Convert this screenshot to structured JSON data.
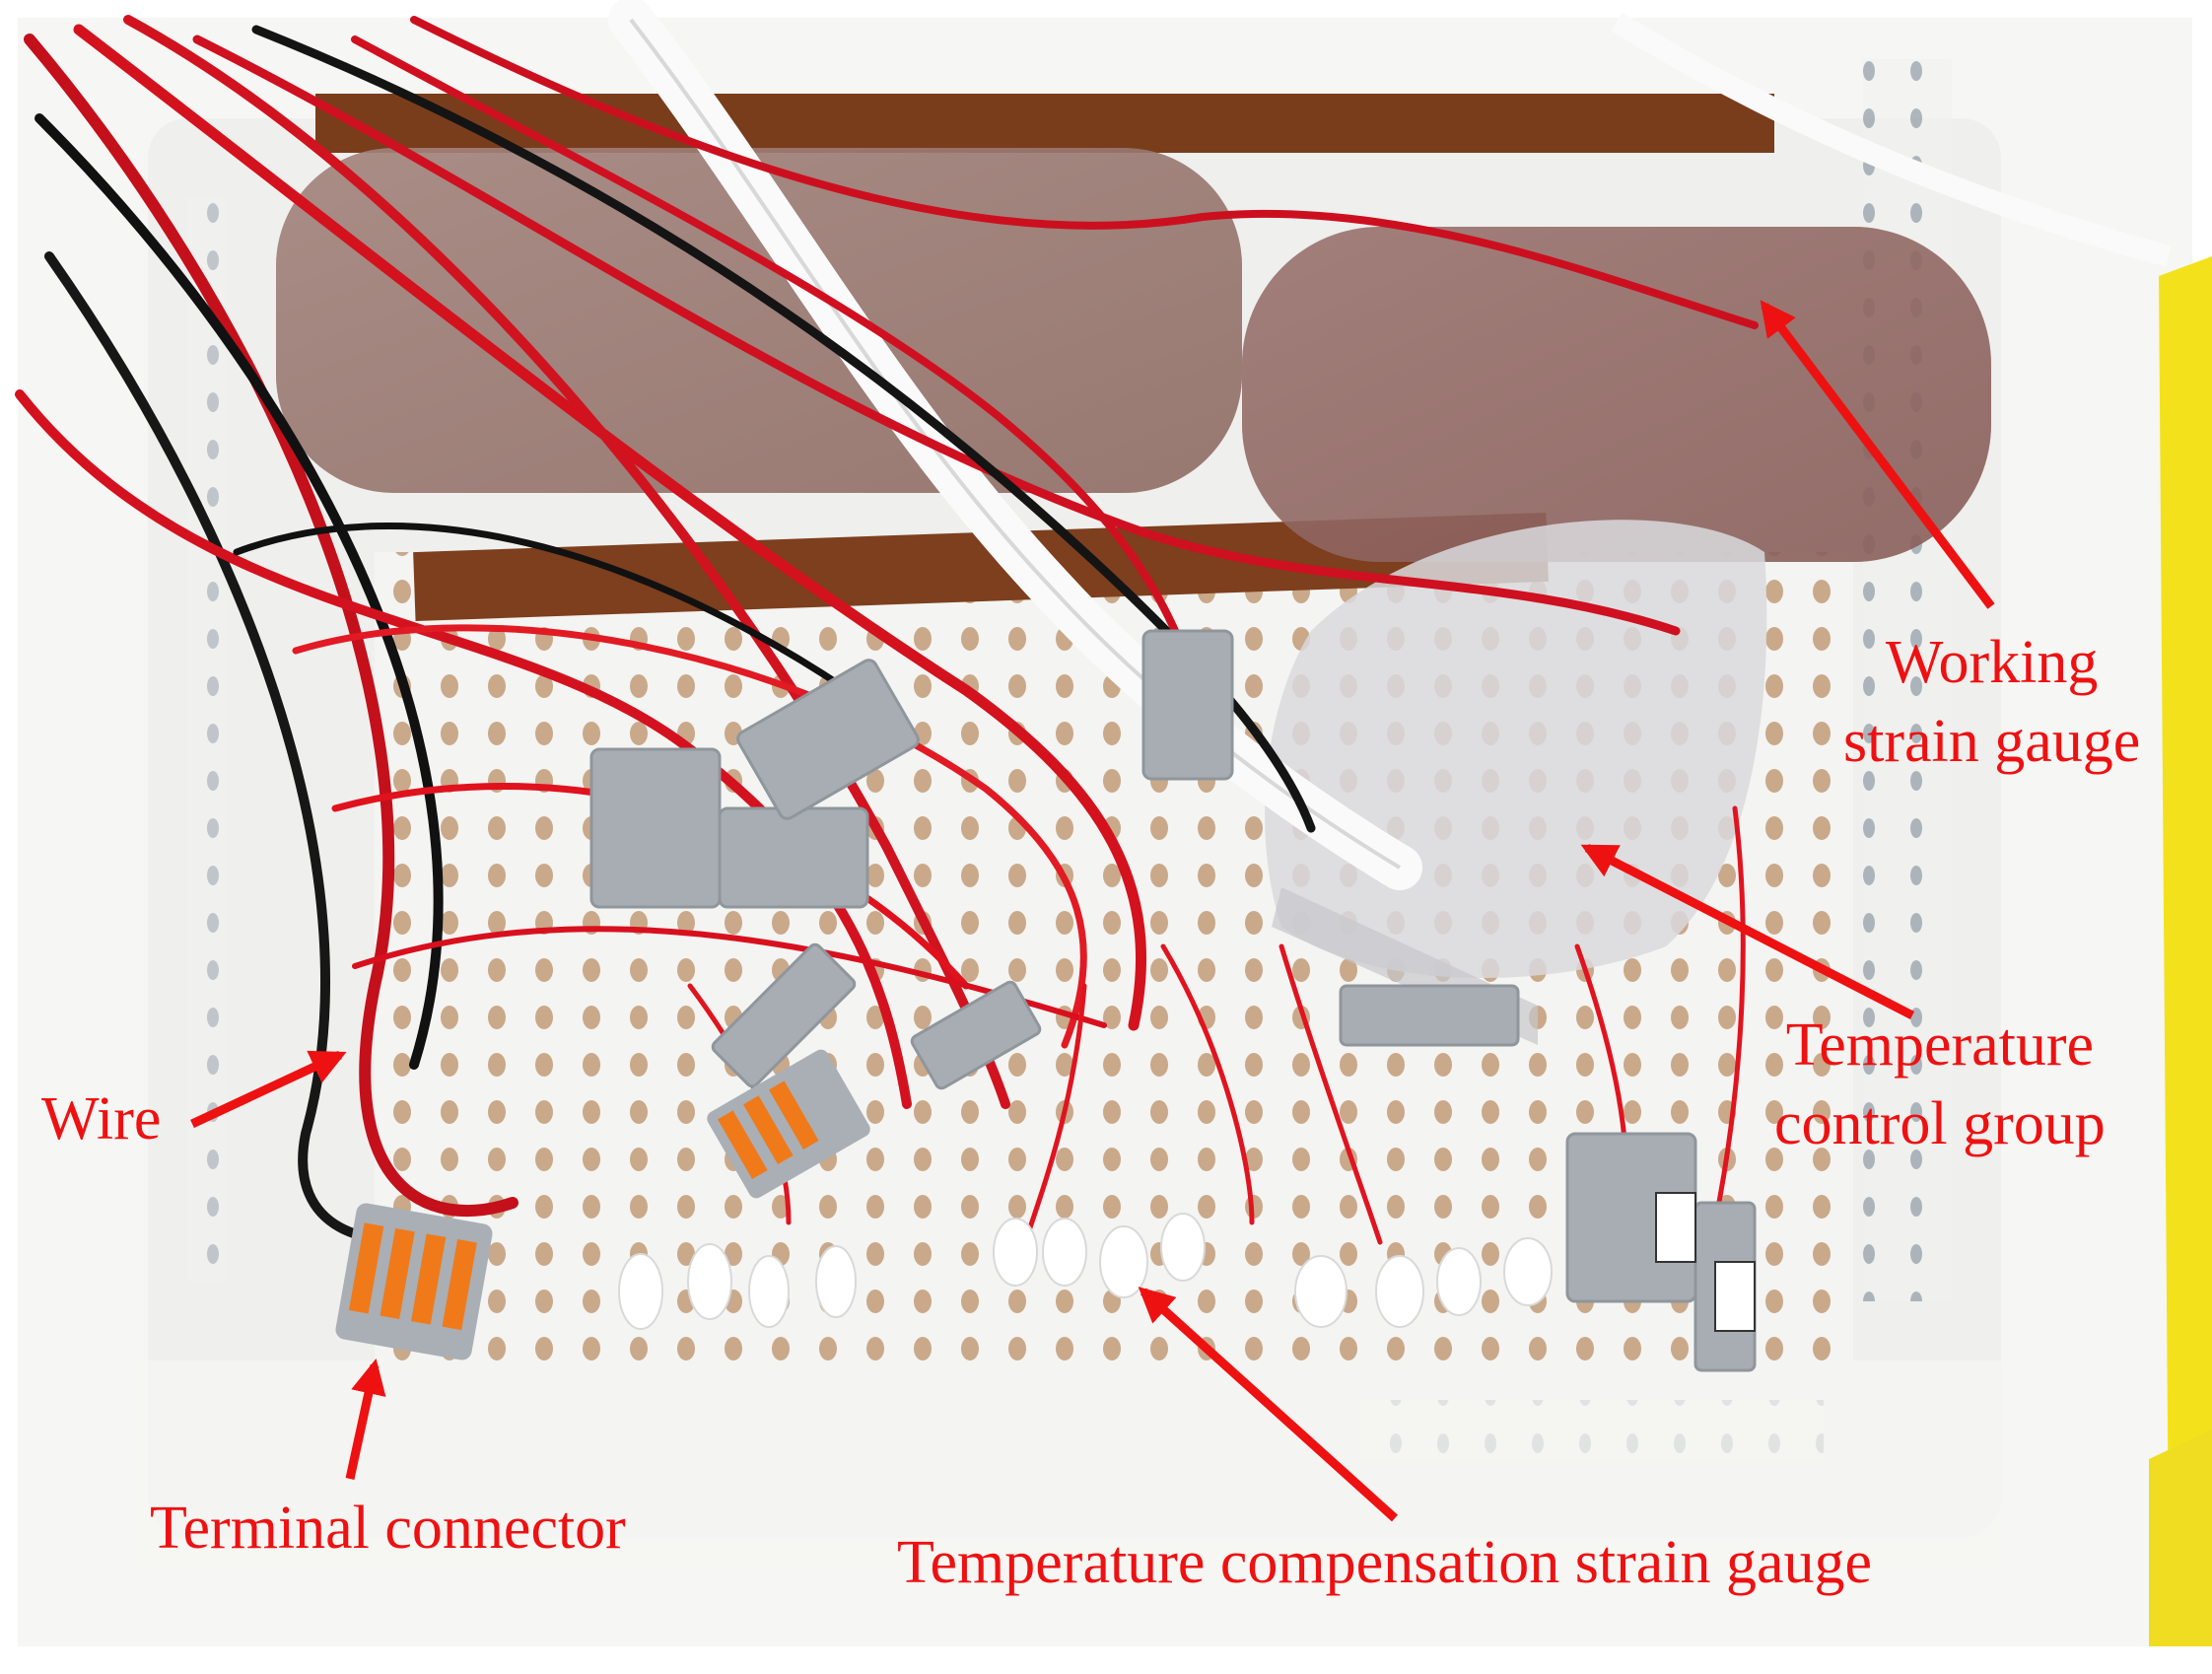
{
  "figure": {
    "labels": {
      "working_strain_gauge": [
        "Working",
        "strain gauge"
      ],
      "temperature_control_group": [
        "Temperature",
        "control group"
      ],
      "wire": "Wire",
      "terminal_connector": "Terminal connector",
      "temperature_compensation_strain_gauge": "Temperature compensation strain gauge"
    },
    "annotation_color": "#ee1111"
  }
}
